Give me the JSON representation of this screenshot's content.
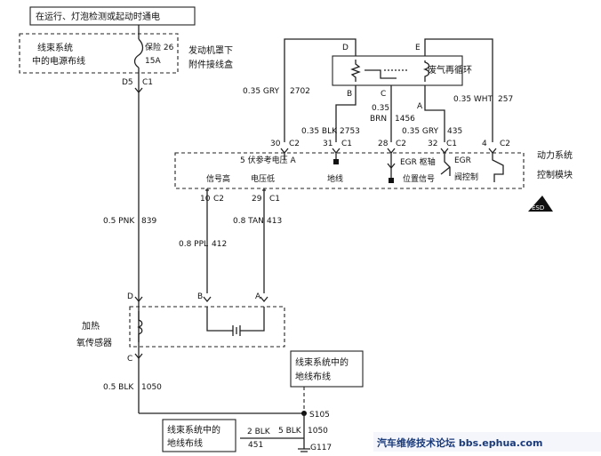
{
  "notes": {
    "top_note": "在运行、灯泡检测或起动时通电",
    "harness_power": [
      "线束系统",
      "中的电源布线"
    ],
    "fuse_label": "保险 26",
    "fuse_rating": "15A",
    "engine_box": [
      "发动机罩下",
      "附件接线盒"
    ],
    "ground_harness_right": [
      "线束系统中的",
      "地线布线"
    ],
    "ground_harness_left": [
      "线束系统中的",
      "地线布线"
    ]
  },
  "egr": {
    "title": "废气再循环",
    "pins": [
      "D",
      "E",
      "B",
      "C",
      "A"
    ]
  },
  "pcm": {
    "title": [
      "动力系统",
      "控制模块"
    ],
    "ref5v": "5 伏参考电压 A",
    "ground_label": "地线",
    "egr_pintle": "EGR 枢轴",
    "position_signal": "位置信号",
    "egr_right": "EGR",
    "valve_control": "阀控制",
    "signal_high": "信号高",
    "low_ref": "电压低"
  },
  "connectors": {
    "d5": "D5",
    "c1a": "C1",
    "p30": "30",
    "c2a": "C2",
    "p31": "31",
    "c1b": "C1",
    "p28": "28",
    "c2b": "C2",
    "p32": "32",
    "c1c": "C1",
    "p4": "4",
    "c2c": "C2",
    "p10": "10",
    "c2d": "C2",
    "p29": "29",
    "c1d": "C1"
  },
  "wires": {
    "w2702": [
      "0.35 GRY",
      "2702"
    ],
    "w2753": [
      "0.35 BLK",
      "2753"
    ],
    "w1456": [
      "0.35",
      "BRN",
      "1456"
    ],
    "w435": [
      "0.35 GRY",
      "435"
    ],
    "w257": [
      "0.35 WHT",
      "257"
    ],
    "w839": [
      "0.5 PNK",
      "839"
    ],
    "w412": [
      "0.8 PPL",
      "412"
    ],
    "w413": [
      "0.8 TAN",
      "413"
    ],
    "w1050a": [
      "0.5 BLK",
      "1050"
    ],
    "w451": [
      "2 BLK",
      "451"
    ],
    "w1050b": [
      "5 BLK",
      "1050"
    ]
  },
  "o2": {
    "title": [
      "加热",
      "氧传感器"
    ],
    "pins": [
      "D",
      "B",
      "A",
      "C"
    ]
  },
  "splice": "S105",
  "ground": "G117",
  "watermark": "汽车维修技术论坛 bbs.ephua.com"
}
